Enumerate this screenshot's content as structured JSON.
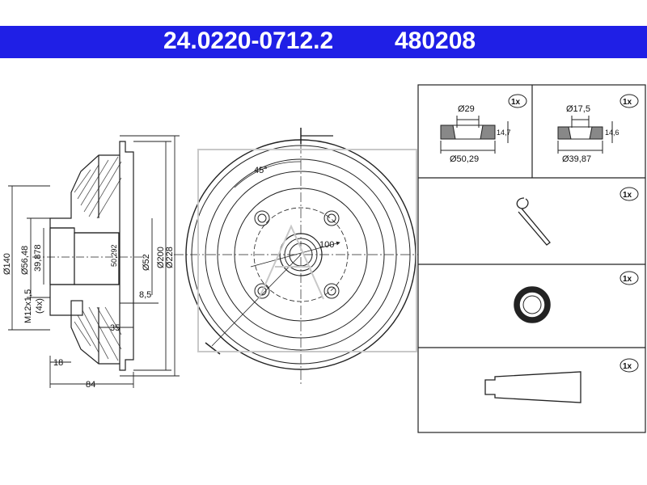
{
  "header": {
    "part_number": "24.0220-0712.2",
    "code": "480208"
  },
  "side_view": {
    "d140": "Ø140",
    "d56": "Ø56,48",
    "d39": "39,878",
    "d50": "50,292",
    "d52": "Ø52",
    "d200": "Ø200",
    "d228": "Ø228",
    "thread": "M12x1,5",
    "thread_qty": "(4x)",
    "w8_5": "8,5",
    "w35": "35",
    "w18": "18",
    "w84": "84"
  },
  "front_view": {
    "angle": "45°",
    "pcd": "100"
  },
  "parts": {
    "bearing1": {
      "inner": "Ø29",
      "outer": "Ø50,29",
      "height": "14,7",
      "qty": "1x"
    },
    "bearing2": {
      "inner": "Ø17,5",
      "outer": "Ø39,87",
      "height": "14,6",
      "qty": "1x"
    },
    "cotter_pin": {
      "qty": "1x"
    },
    "nut": {
      "qty": "1x"
    },
    "cap": {
      "qty": "1x"
    }
  },
  "colors": {
    "header_bg": "#1f1fe6",
    "line": "#222222"
  },
  "icons": [
    "cotter-pin-icon",
    "castle-nut-icon",
    "dust-cap-icon"
  ]
}
